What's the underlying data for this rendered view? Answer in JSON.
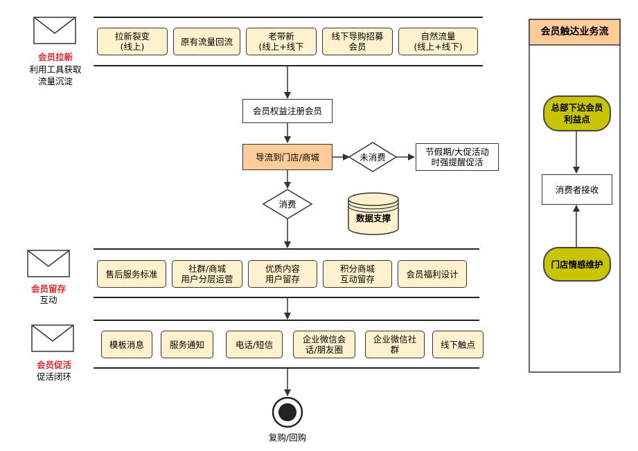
{
  "stages": {
    "acquire": {
      "title": "会员拉新",
      "desc": "利用工具获取\n流量沉淀",
      "items": [
        "拉新裂变\n(线上)",
        "原有流量回流",
        "老带新\n(线上+线下",
        "线下导购招募\n会员",
        "自然流量\n(线上+线下)"
      ]
    },
    "retain": {
      "title": "会员留存",
      "desc": "互动",
      "items": [
        "售后服务标准",
        "社群/商城\n用户分层运营",
        "优质内容\n用户留存",
        "积分商城\n互动留存",
        "会员福利设计"
      ]
    },
    "promote": {
      "title": "会员促活",
      "desc": "促活闭环",
      "items": [
        "模板消息",
        "服务通知",
        "电话/短信",
        "企业微信会\n话/朋友圈",
        "企业微信社\n群",
        "线下触点"
      ]
    }
  },
  "flow": {
    "register": "会员权益注册会员",
    "guide": "导流到门店/商城",
    "no_consume": "未消费",
    "remind": "节假期/大促活动\n时强提醒促活",
    "consume": "消费",
    "data_support": "数据支撑",
    "end_label": "复购/回购"
  },
  "side_panel": {
    "title": "会员触达业务流",
    "top": "总部下达会员\n利益点",
    "middle": "消费者接收",
    "bottom": "门店情感维护"
  },
  "colors": {
    "accent_red": "#e0282e",
    "yellow_fill": "#fff2cc",
    "orange_fill": "#ffcc99",
    "panel_header": "#ffcc99",
    "olive_fill": "#c9c400"
  }
}
